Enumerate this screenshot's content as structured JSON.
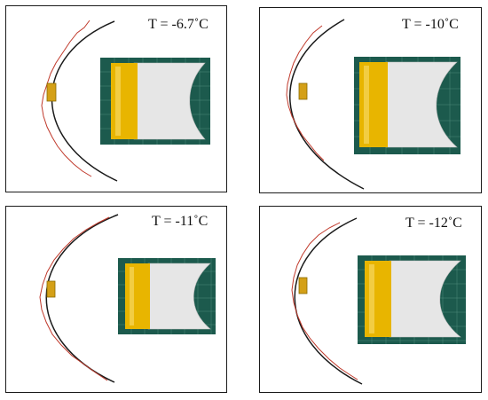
{
  "panels": [
    {
      "label": "T = -6.7˚C"
    },
    {
      "label": "T = -10˚C"
    },
    {
      "label": "T = -11˚C"
    },
    {
      "label": "T = -12˚C"
    }
  ],
  "colors": {
    "frame": "#1a1a1a",
    "predicted_curve": "#1a1a1a",
    "measured_curve": "#c0392b",
    "strip_yellow": "#e8b500",
    "cutting_mat_green": "#1c5a4d",
    "specimen_white": "#e6e6e6"
  }
}
